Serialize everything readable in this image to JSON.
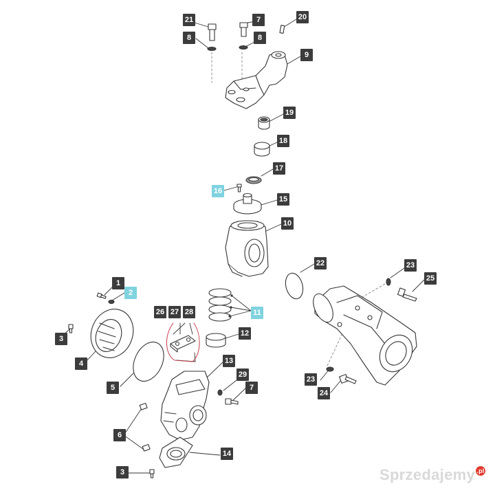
{
  "diagram": {
    "callouts": [
      {
        "label": "21",
        "highlight": false
      },
      {
        "label": "7",
        "highlight": false
      },
      {
        "label": "20",
        "highlight": false
      },
      {
        "label": "8",
        "highlight": false
      },
      {
        "label": "8",
        "highlight": false
      },
      {
        "label": "9",
        "highlight": false
      },
      {
        "label": "19",
        "highlight": false
      },
      {
        "label": "18",
        "highlight": false
      },
      {
        "label": "17",
        "highlight": false
      },
      {
        "label": "16",
        "highlight": true
      },
      {
        "label": "15",
        "highlight": false
      },
      {
        "label": "10",
        "highlight": false
      },
      {
        "label": "22",
        "highlight": false
      },
      {
        "label": "23",
        "highlight": false
      },
      {
        "label": "25",
        "highlight": false
      },
      {
        "label": "1",
        "highlight": false
      },
      {
        "label": "2",
        "highlight": true
      },
      {
        "label": "11",
        "highlight": true
      },
      {
        "label": "26",
        "highlight": false
      },
      {
        "label": "27",
        "highlight": false
      },
      {
        "label": "28",
        "highlight": false
      },
      {
        "label": "3",
        "highlight": false
      },
      {
        "label": "12",
        "highlight": false
      },
      {
        "label": "4",
        "highlight": false
      },
      {
        "label": "13",
        "highlight": false
      },
      {
        "label": "29",
        "highlight": false
      },
      {
        "label": "5",
        "highlight": false
      },
      {
        "label": "7",
        "highlight": false
      },
      {
        "label": "23",
        "highlight": false
      },
      {
        "label": "24",
        "highlight": false
      },
      {
        "label": "6",
        "highlight": false
      },
      {
        "label": "14",
        "highlight": false
      },
      {
        "label": "3",
        "highlight": false
      }
    ]
  },
  "watermark": {
    "text": "Sprzedajemy",
    "suffix": ".pl"
  },
  "colors": {
    "callout": "#3c3c3c",
    "callout_highlight": "#7fd3df",
    "line": "#333333"
  }
}
